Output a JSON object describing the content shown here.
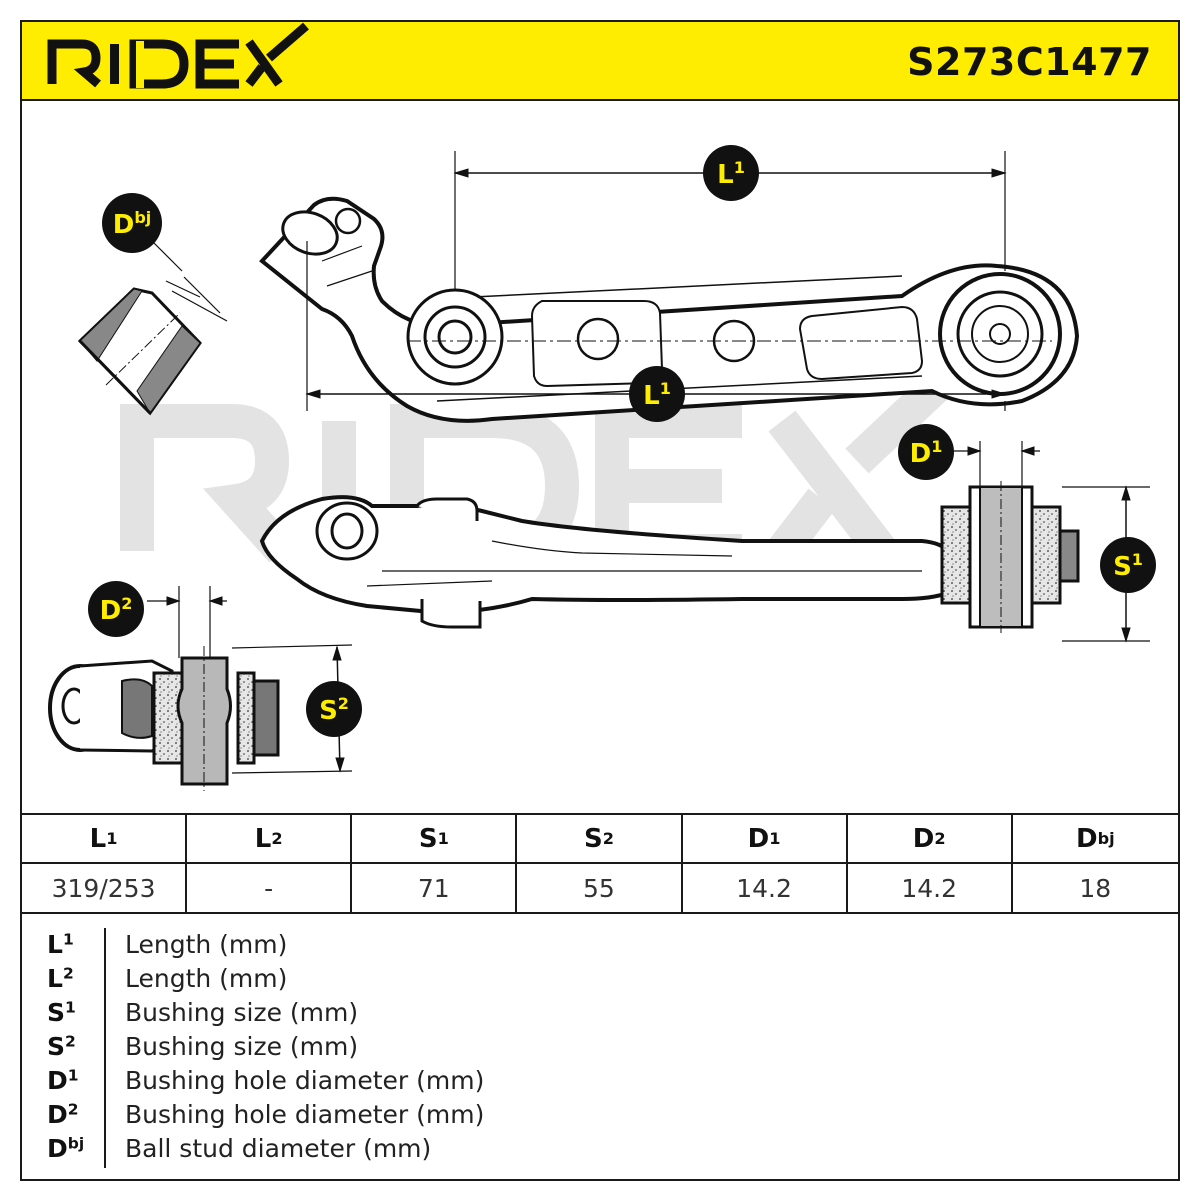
{
  "header": {
    "brand": "RIDEX",
    "part_number": "S273C1477",
    "brand_color": "#ffed00"
  },
  "labels": {
    "dbj": "D",
    "dbj_sup": "bj",
    "l1_top": "L",
    "l1_top_sup": "1",
    "l1_bottom": "L",
    "l1_bottom_sup": "1",
    "d1": "D",
    "d1_sup": "1",
    "d2": "D",
    "d2_sup": "2",
    "s1": "S",
    "s1_sup": "1",
    "s2": "S",
    "s2_sup": "2"
  },
  "table": {
    "headers": [
      {
        "base": "L",
        "sup": "1"
      },
      {
        "base": "L",
        "sup": "2"
      },
      {
        "base": "S",
        "sup": "1"
      },
      {
        "base": "S",
        "sup": "2"
      },
      {
        "base": "D",
        "sup": "1"
      },
      {
        "base": "D",
        "sup": "2"
      },
      {
        "base": "D",
        "sup": "bj"
      }
    ],
    "values": [
      "319/253",
      "-",
      "71",
      "55",
      "14.2",
      "14.2",
      "18"
    ]
  },
  "legend": [
    {
      "base": "L",
      "sup": "1",
      "desc": "Length (mm)"
    },
    {
      "base": "L",
      "sup": "2",
      "desc": "Length (mm)"
    },
    {
      "base": "S",
      "sup": "1",
      "desc": "Bushing size (mm)"
    },
    {
      "base": "S",
      "sup": "2",
      "desc": "Bushing size (mm)"
    },
    {
      "base": "D",
      "sup": "1",
      "desc": "Bushing hole diameter (mm)"
    },
    {
      "base": "D",
      "sup": "2",
      "desc": "Bushing hole diameter (mm)"
    },
    {
      "base": "D",
      "sup": "bj",
      "desc": "Ball stud diameter (mm)"
    }
  ]
}
